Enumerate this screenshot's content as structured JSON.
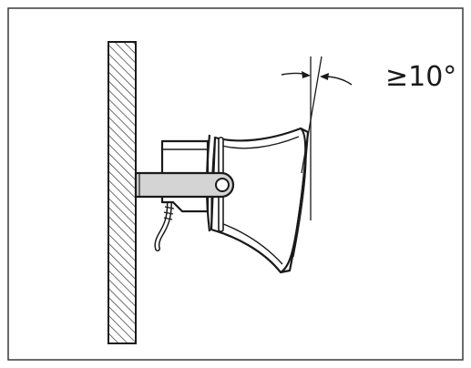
{
  "diagram": {
    "angle_label": "≥10°",
    "colors": {
      "frame": "#3a3a3a",
      "line": "#1a1a1a",
      "wall_hatch": "#4a4a4a",
      "bracket_fill": "#d4d4d4",
      "horn_fill": "#ffffff"
    },
    "icons": [
      "wall-mount",
      "horn-speaker",
      "mounting-bracket",
      "cable",
      "tilt-angle-arrows"
    ]
  }
}
